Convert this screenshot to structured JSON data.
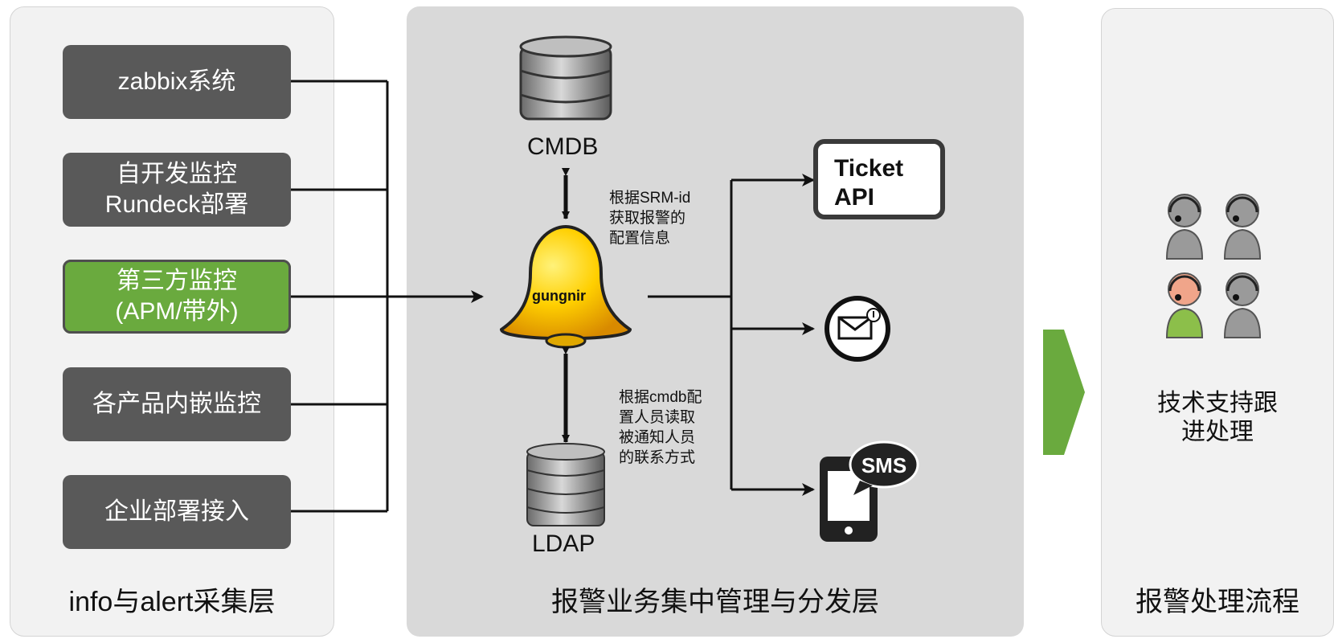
{
  "layers": {
    "collect_title": "info与alert采集层",
    "manage_title": "报警业务集中管理与分发层",
    "process_title": "报警处理流程"
  },
  "sources": [
    {
      "lines": [
        "zabbix系统"
      ],
      "highlight": false
    },
    {
      "lines": [
        "自开发监控",
        "Rundeck部署"
      ],
      "highlight": false
    },
    {
      "lines": [
        "第三方监控",
        "(APM/带外)"
      ],
      "highlight": true
    },
    {
      "lines": [
        "各产品内嵌监控"
      ],
      "highlight": false
    },
    {
      "lines": [
        "企业部署接入"
      ],
      "highlight": false
    }
  ],
  "hub": {
    "bell_label": "gungnir",
    "cmdb_label": "CMDB",
    "ldap_label": "LDAP",
    "cmdb_note": [
      "根据SRM-id",
      "获取报警的",
      "配置信息"
    ],
    "ldap_note": [
      "根据cmdb配",
      "置人员读取",
      "被通知人员",
      "的联系方式"
    ]
  },
  "outputs": {
    "ticket_line1": "Ticket",
    "ticket_line2": "API",
    "email_icon": "envelope-icon",
    "sms_icon": "sms-phone-icon",
    "sms_text": "SMS"
  },
  "support": {
    "text_lines": [
      "技术支持跟",
      "进处理"
    ],
    "icon": "support-agents-icon"
  },
  "colors": {
    "source_box": "#595959",
    "source_highlight": "#6aaa3e",
    "flow_arrow": "#6aaa3e",
    "bell": "#ffcc00"
  }
}
